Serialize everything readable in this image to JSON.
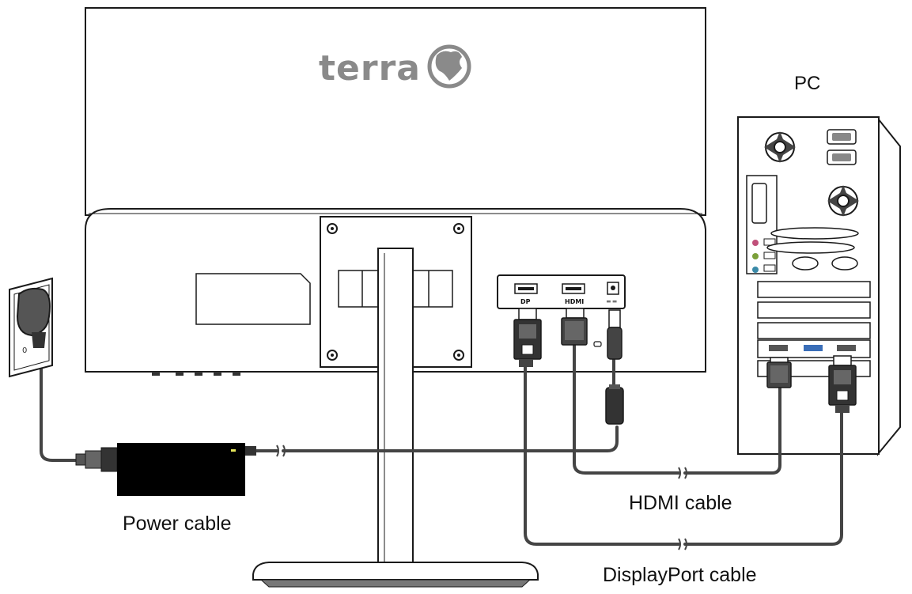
{
  "monitor": {
    "brand": "terra"
  },
  "ports": {
    "dp": "DP",
    "hdmi": "HDMI"
  },
  "labels": {
    "pc": "PC",
    "power_cable": "Power cable",
    "hdmi_cable": "HDMI cable",
    "displayport_cable": "DisplayPort cable"
  },
  "colors": {
    "cable": "#444444",
    "outline": "#1a1a1a",
    "logo": "#8a8a8a",
    "adapter": "#000000"
  }
}
